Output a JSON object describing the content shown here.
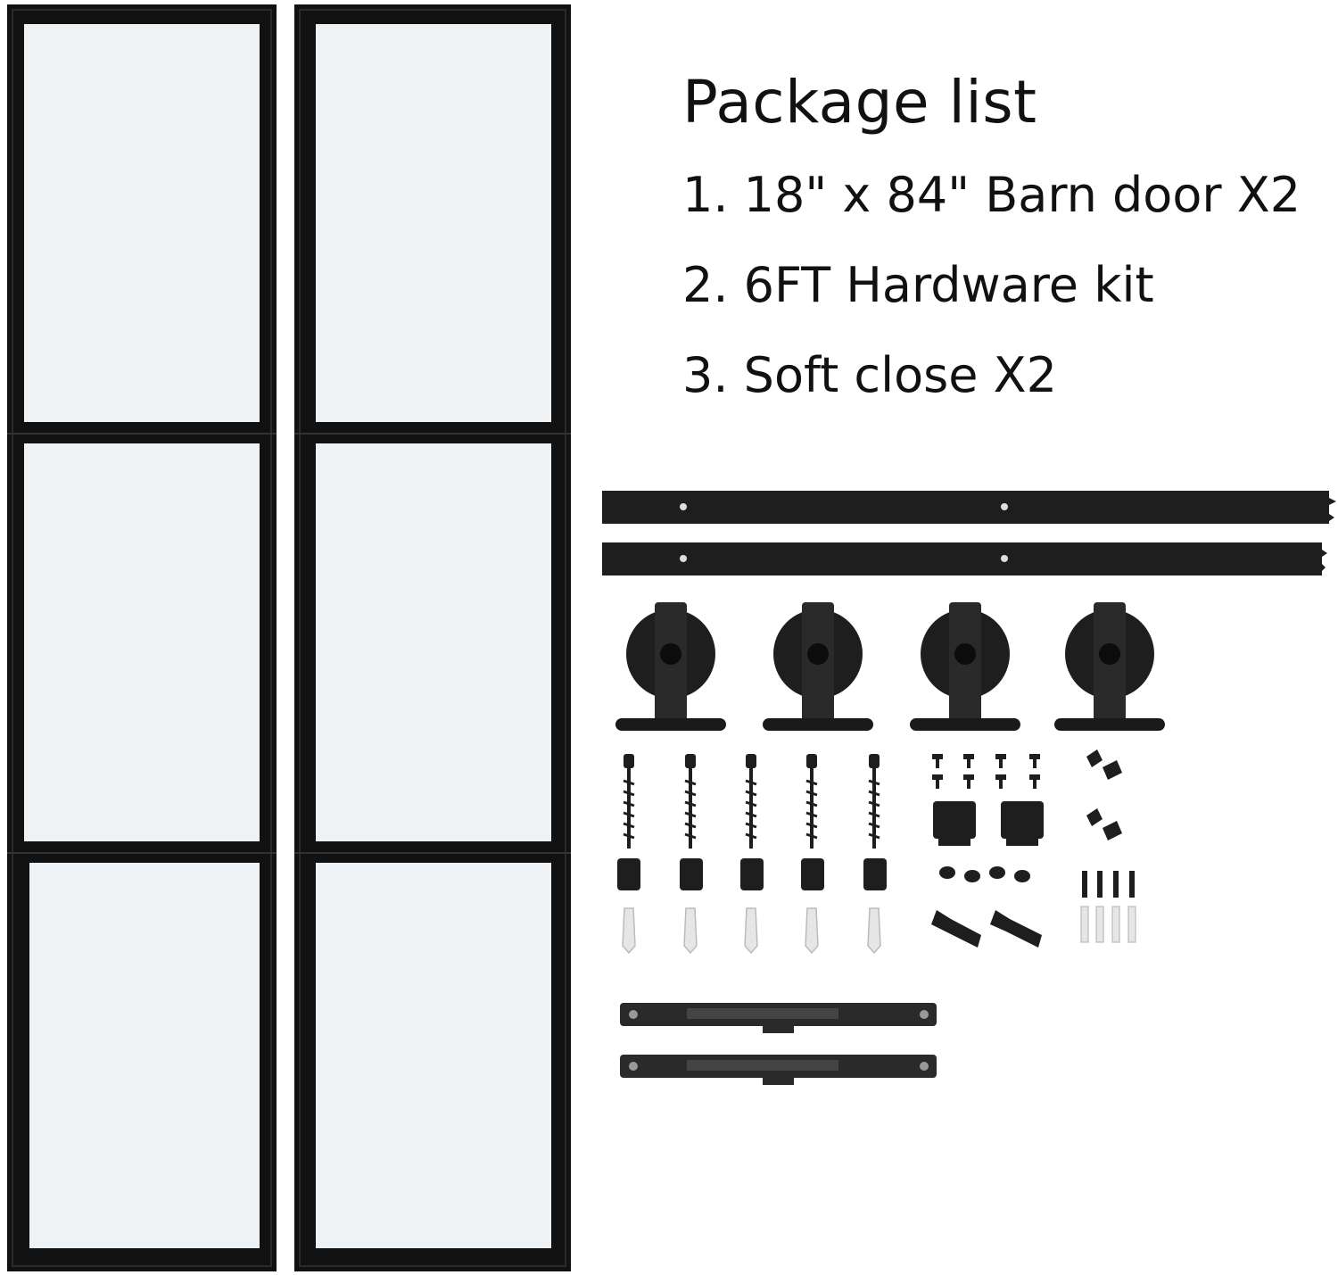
{
  "package_list": {
    "title": "Package list",
    "items": [
      "1. 18\" x 84\" Barn door X2",
      "2. 6FT Hardware kit",
      "3. Soft close X2"
    ]
  },
  "colors": {
    "frame": "#111111",
    "glass": "#eef2f4",
    "hardware": "#1e1e1e",
    "background": "#ffffff"
  }
}
